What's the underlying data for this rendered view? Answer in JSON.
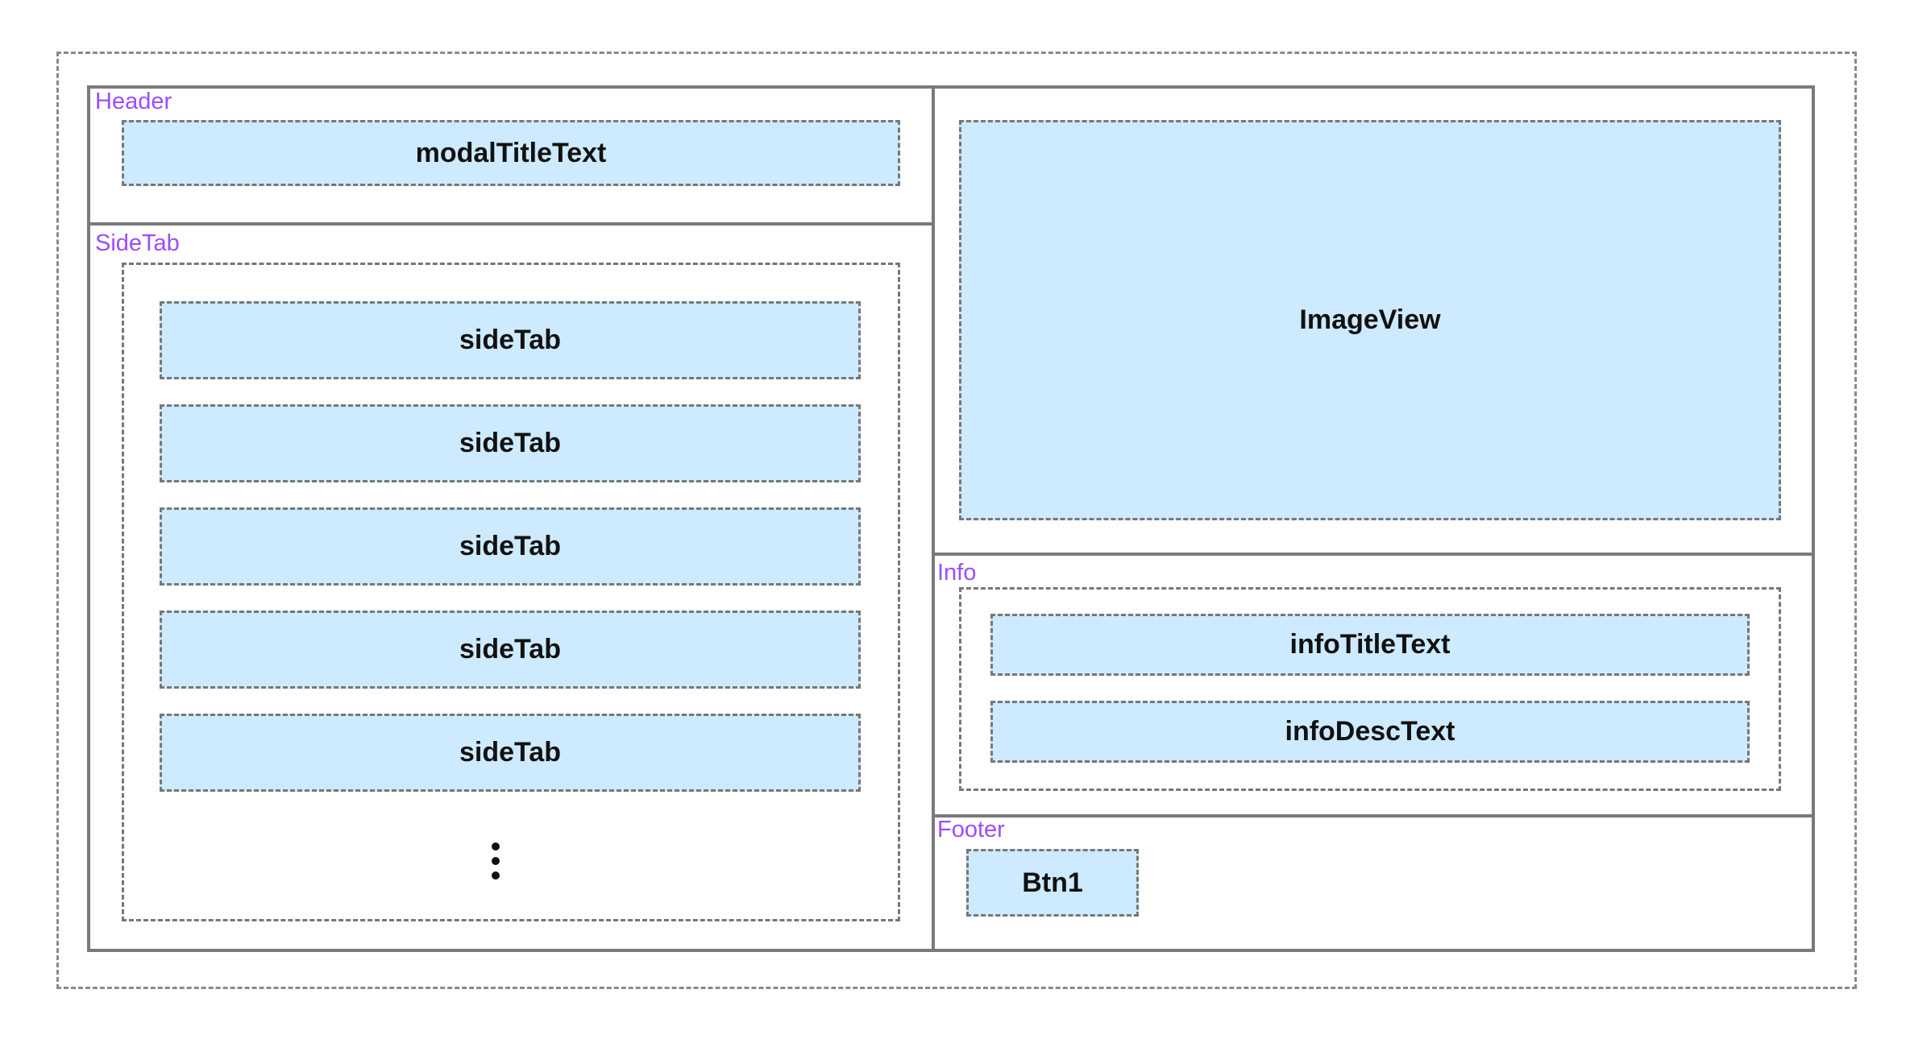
{
  "colors": {
    "section_label": "#9b4dff",
    "box_fill": "#cdeaff",
    "border": "#7a7a7a"
  },
  "header": {
    "label": "Header",
    "title": "modalTitleText"
  },
  "side_tab": {
    "label": "SideTab",
    "items": [
      "sideTab",
      "sideTab",
      "sideTab",
      "sideTab",
      "sideTab"
    ],
    "more_icon": "vertical-ellipsis"
  },
  "image_view": {
    "label": "ImageView"
  },
  "info": {
    "label": "Info",
    "title": "infoTitleText",
    "desc": "infoDescText"
  },
  "footer": {
    "label": "Footer",
    "button": "Btn1"
  }
}
